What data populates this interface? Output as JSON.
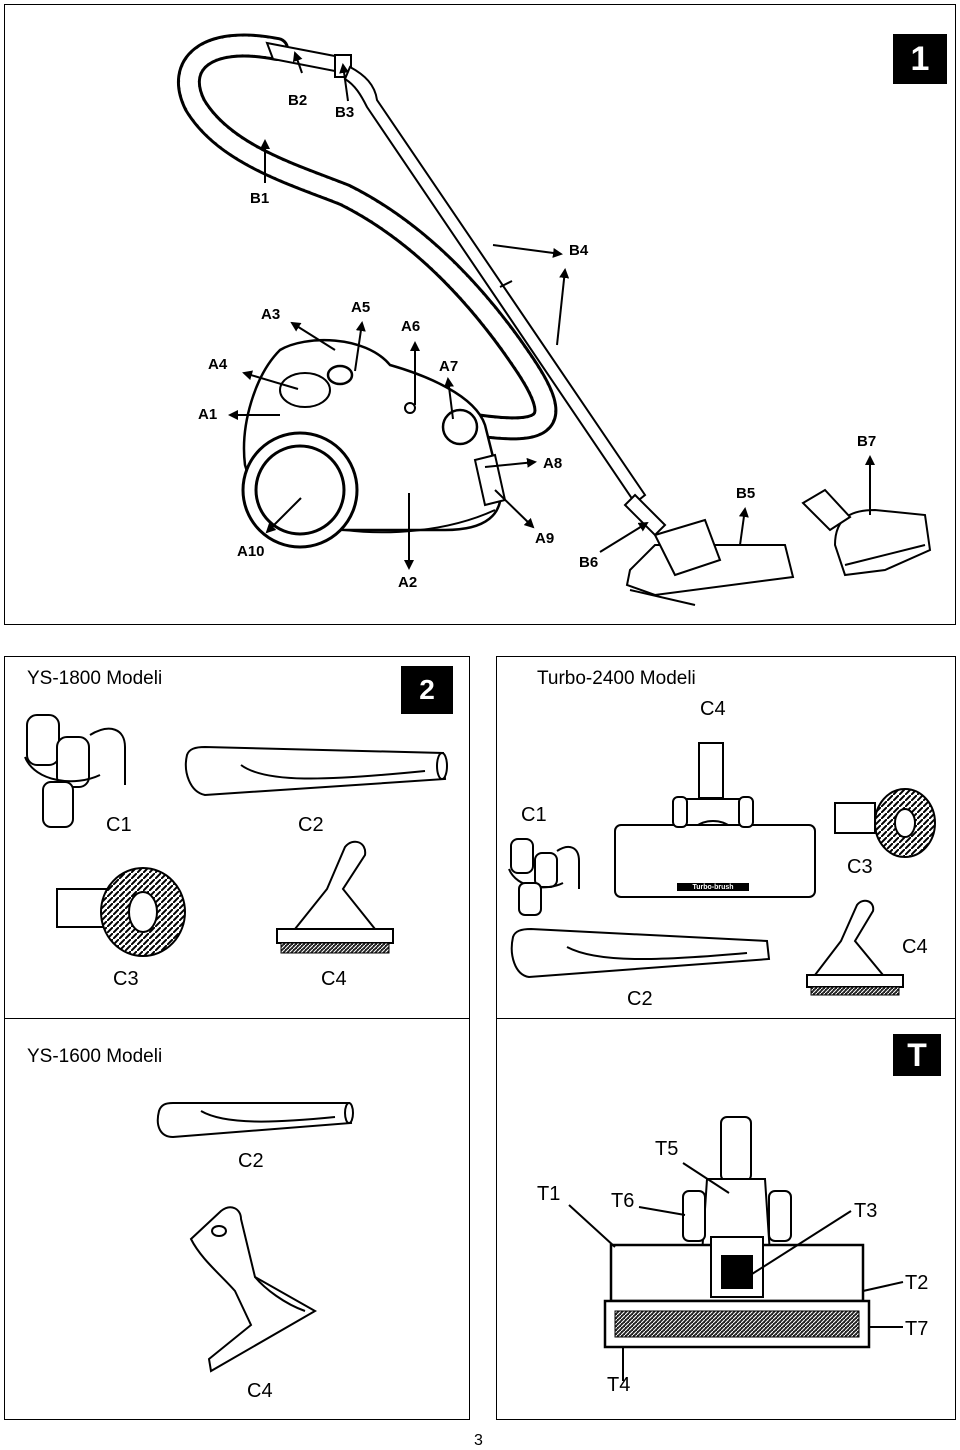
{
  "panel1": {
    "badge": "1",
    "labels": {
      "B1": "B1",
      "B2": "B2",
      "B3": "B3",
      "B4": "B4",
      "B5": "B5",
      "B6": "B6",
      "B7": "B7",
      "A1": "A1",
      "A2": "A2",
      "A3": "A3",
      "A4": "A4",
      "A5": "A5",
      "A6": "A6",
      "A7": "A7",
      "A8": "A8",
      "A9": "A9",
      "A10": "A10"
    }
  },
  "panel2": {
    "title": "YS-1800 Modeli",
    "badge": "2",
    "labels": {
      "c1": "C1",
      "c2": "C2",
      "c3": "C3",
      "c4": "C4"
    }
  },
  "panel3": {
    "title": "Turbo-2400 Modeli",
    "labels": {
      "c4_top": "C4",
      "c1": "C1",
      "c3": "C3",
      "c4": "C4",
      "c2": "C2"
    },
    "brush_text": "Turbo-brush"
  },
  "panel4": {
    "title": "YS-1600 Modeli",
    "labels": {
      "c2": "C2",
      "c4": "C4"
    }
  },
  "panel5": {
    "badge": "T",
    "labels": {
      "T1": "T1",
      "T2": "T2",
      "T3": "T3",
      "T4": "T4",
      "T5": "T5",
      "T6": "T6",
      "T7": "T7"
    }
  },
  "page_number": "3"
}
